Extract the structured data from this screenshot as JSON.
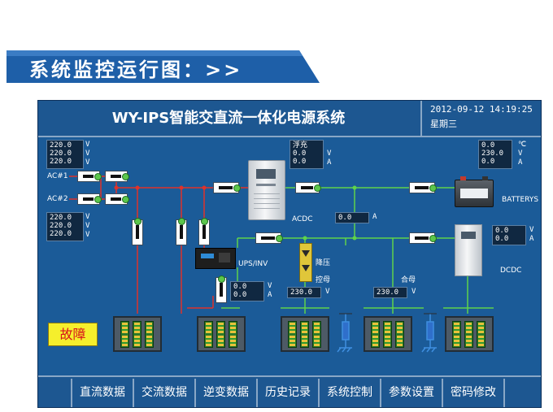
{
  "banner": {
    "title": "系统监控运行图：>>"
  },
  "header": {
    "title": "WY-IPS智能交直流一体化电源系统",
    "date": "2012-09-12 14:19:25",
    "weekday": "星期三"
  },
  "ac_in_top": {
    "v1": "220.0",
    "v2": "220.0",
    "v3": "220.0",
    "unit": "V"
  },
  "ac_in_bottom": {
    "v1": "220.0",
    "v2": "220.0",
    "v3": "220.0",
    "unit": "V"
  },
  "ac_labels": {
    "ac1": "AC#1",
    "ac2": "AC#2"
  },
  "charger": {
    "mode": "浮充",
    "v": "0.0",
    "a": "0.0",
    "unit_v": "V",
    "unit_a": "A",
    "label": "ACDC"
  },
  "busbar_current": {
    "value": "0.0",
    "unit": "A"
  },
  "battery": {
    "temp": "0.0",
    "voltage": "230.0",
    "current": "0.0",
    "unit_t": "℃",
    "unit_v": "V",
    "unit_a": "A",
    "label": "BATTERYS"
  },
  "dcdc": {
    "v": "0.0",
    "a": "0.0",
    "unit_v": "V",
    "unit_a": "A",
    "label": "DCDC"
  },
  "ups": {
    "label": "UPS/INV",
    "v": "0.0",
    "a": "0.0",
    "unit_v": "V",
    "unit_a": "A"
  },
  "step_down": {
    "label": "降压"
  },
  "control_bus": {
    "label": "控母",
    "value": "230.0",
    "unit": "V"
  },
  "closing_bus": {
    "label": "合母",
    "value": "230.0",
    "unit": "V"
  },
  "fault": {
    "label": "故障"
  },
  "nav": [
    "直流数据",
    "交流数据",
    "逆变数据",
    "历史记录",
    "系统控制",
    "参数设置",
    "密码修改"
  ],
  "colors": {
    "ac_line": "#e0322a",
    "dc_line": "#5fd34a",
    "panel": "#1b5b98",
    "fault_bg": "#f5ef2c"
  }
}
